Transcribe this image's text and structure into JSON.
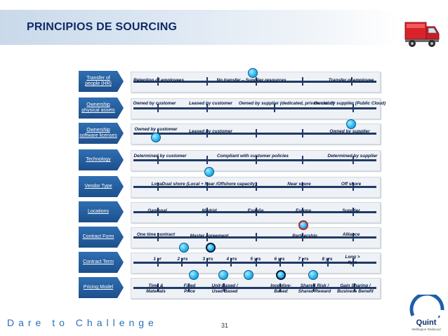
{
  "header": {
    "title": "PRINCIPIOS DE SOURCING"
  },
  "footer": {
    "motto": "Dare to Challenge",
    "page": "31",
    "logo_text": "Quint",
    "logo_sub": "Wellington Redwood"
  },
  "icons": {
    "header_icon": "red-truck",
    "logo_icon": "quint-logo"
  },
  "colors": {
    "label_blue": "#2f6fb2",
    "axis": "#1f3a66",
    "dot": "#2ab6ee",
    "highlight_red": "#b8232a"
  },
  "rows": [
    {
      "label": "Transfer of people (HR)",
      "items": [
        "Retention of employees",
        "No transfer – Supplier resources",
        "Transfer of employee"
      ]
    },
    {
      "label": "Ownership physical assets",
      "items": [
        "Owned by customer",
        "Leased by customer",
        "Owned by supplier (dedicated, private cloud)",
        "Owned by supplier (Public Cloud)"
      ]
    },
    {
      "label": "Ownership software licenses",
      "items": [
        "Owned by customer",
        "Leased by customer",
        "Owned by supplier"
      ]
    },
    {
      "label": "Technology",
      "items": [
        "Determined by customer",
        "Compliant with customer policies",
        "Determined by supplier"
      ]
    },
    {
      "label": "Vendor Type",
      "items": [
        "Local",
        "Dual shore (Local + Near /Offshore capacity)",
        "Near shore",
        "Off shore"
      ]
    },
    {
      "label": "Locations",
      "items": [
        "Gamonal",
        "Madrid",
        "España",
        "Europa",
        "Supplier"
      ]
    },
    {
      "label": "Contract Form",
      "items": [
        "One time contract",
        "Master agreement",
        "Partnership",
        "Alliance"
      ]
    },
    {
      "label": "Contract Term",
      "items": [
        "1 yr",
        "2 yrs",
        "3 yrs",
        "4 yrs",
        "5 yrs",
        "6 yrs",
        "7 yrs",
        "8 yrs",
        "Long > 8yrs"
      ]
    },
    {
      "label": "Pricing Model",
      "items": [
        "Time & Materials",
        "Fixed Price",
        "Unit-Based / Used Based",
        "Incentive-Based",
        "Shared Risk / Shared Reward",
        "Gain Sharing / Business Benefit"
      ]
    }
  ]
}
